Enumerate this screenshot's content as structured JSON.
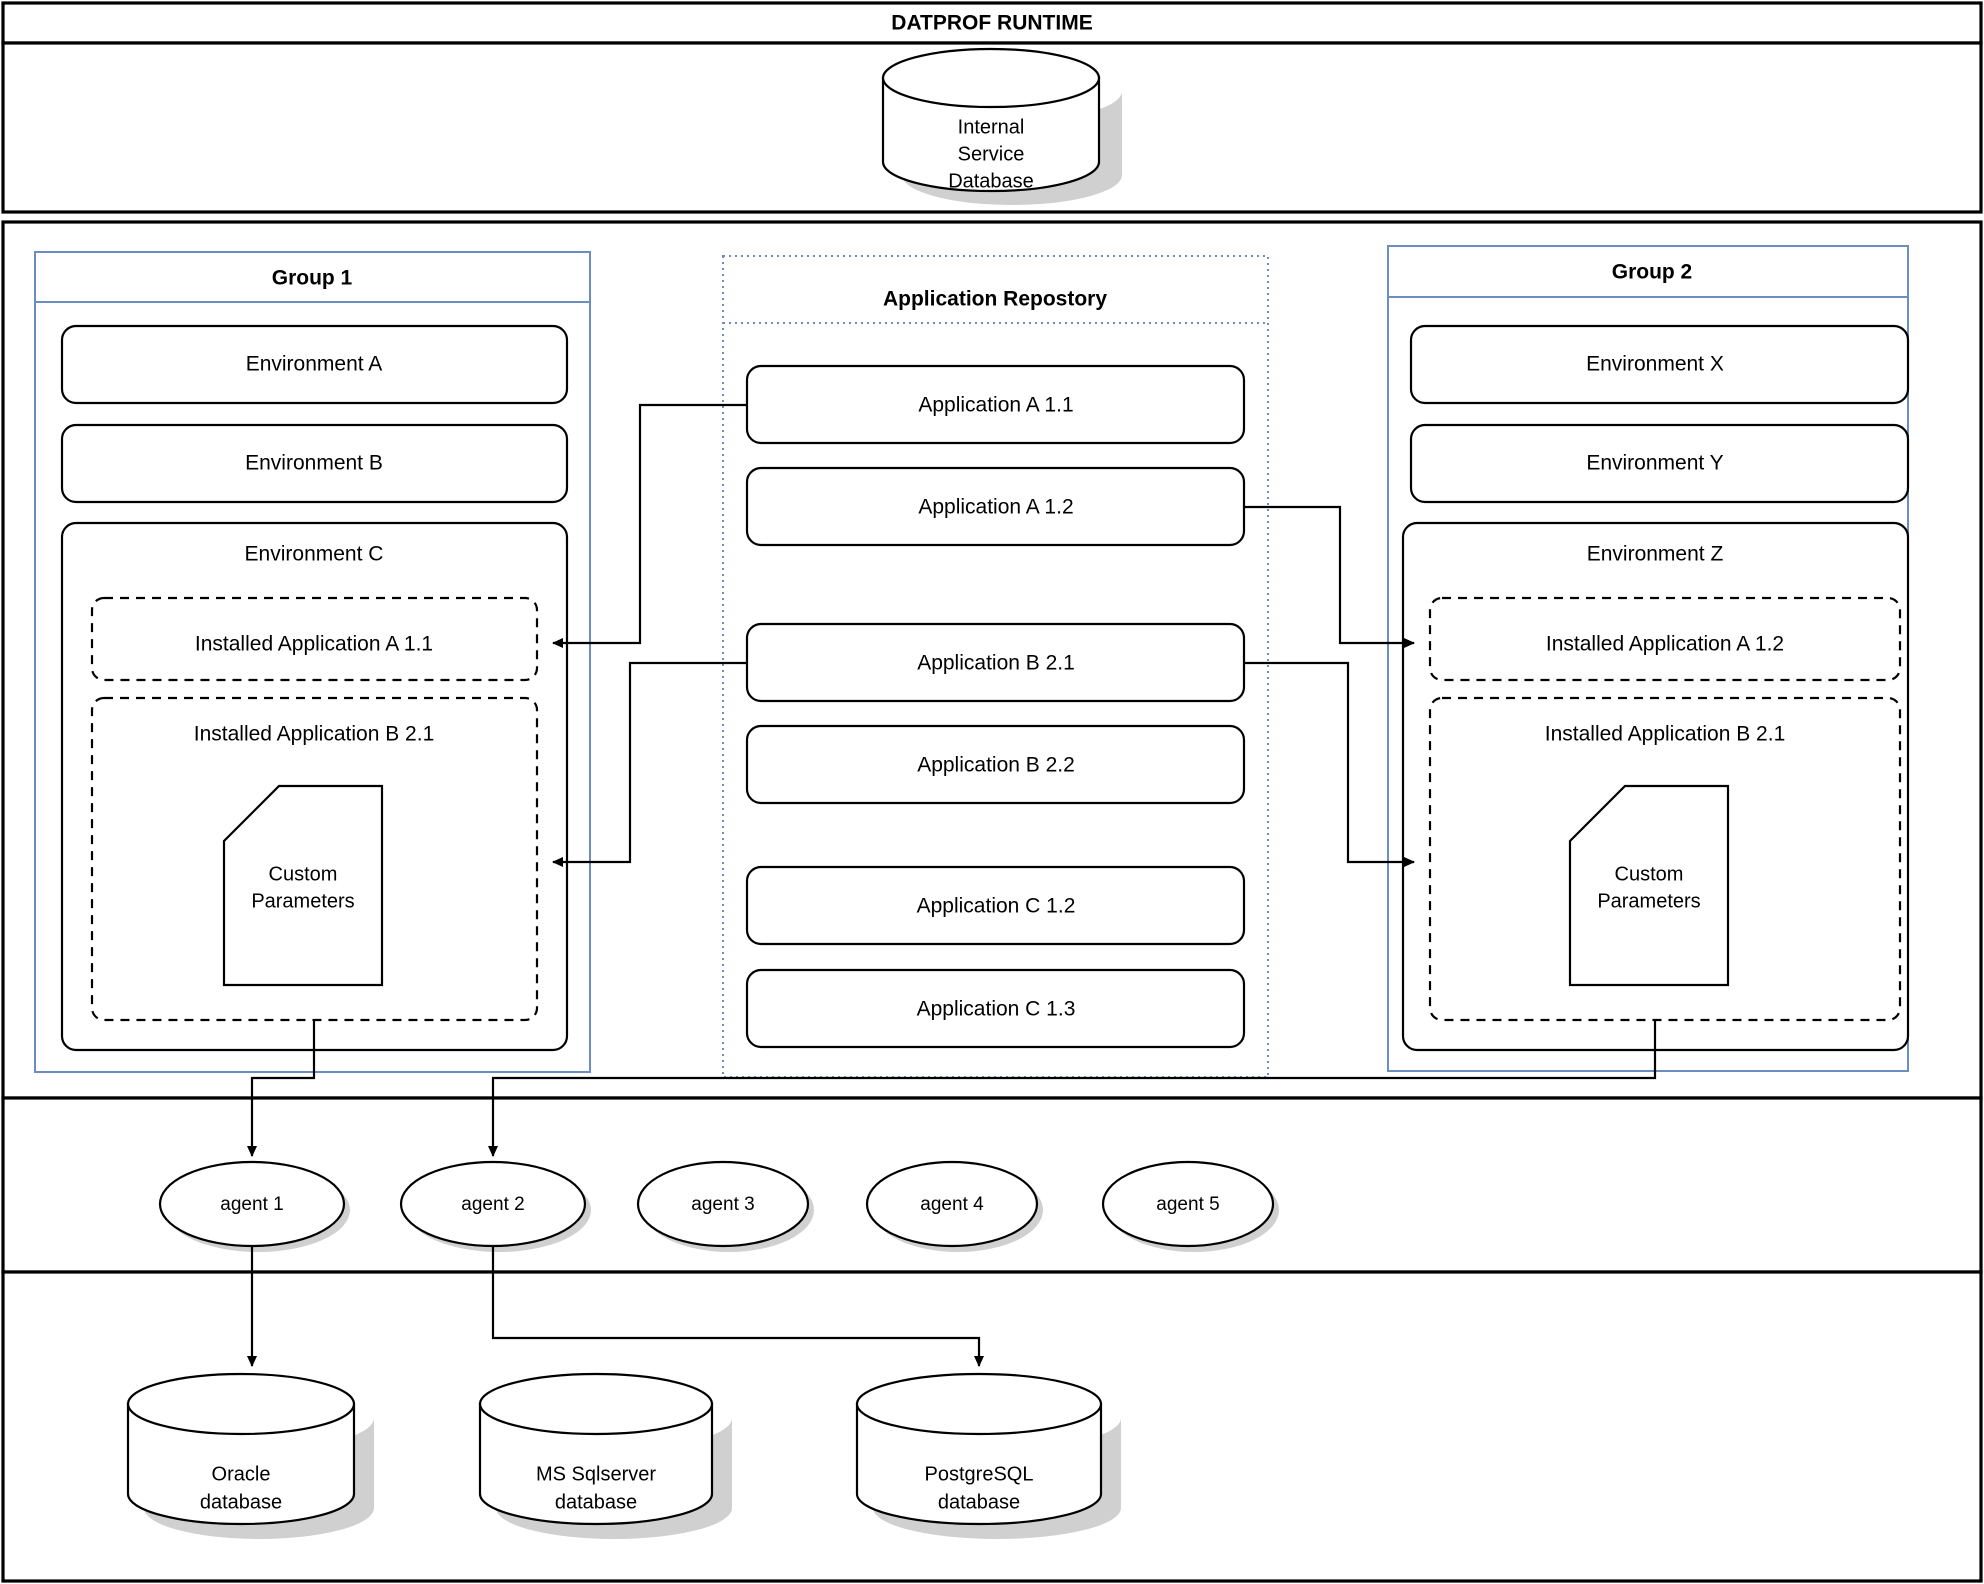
{
  "title": "DATPROF RUNTIME",
  "internal_db": {
    "lines": [
      "Internal",
      "Service",
      "Database"
    ]
  },
  "group1": {
    "title": "Group 1",
    "environments": [
      "Environment A",
      "Environment B"
    ],
    "env_c": {
      "label": "Environment C",
      "installed": [
        "Installed Application A 1.1",
        "Installed Application B 2.1"
      ],
      "custom_params": [
        "Custom",
        "Parameters"
      ]
    }
  },
  "group2": {
    "title": "Group 2",
    "environments": [
      "Environment X",
      "Environment Y"
    ],
    "env_z": {
      "label": "Environment Z",
      "installed": [
        "Installed Application A 1.2",
        "Installed Application B 2.1"
      ],
      "custom_params": [
        "Custom",
        "Parameters"
      ]
    }
  },
  "repository": {
    "title": "Application Repostory",
    "applications": [
      "Application A 1.1",
      "Application A 1.2",
      "Application B 2.1",
      "Application B 2.2",
      "Application C 1.2",
      "Application C 1.3"
    ]
  },
  "agents": [
    "agent 1",
    "agent 2",
    "agent 3",
    "agent 4",
    "agent 5"
  ],
  "databases": [
    {
      "line1": "Oracle",
      "line2": "database"
    },
    {
      "line1": "MS Sqlserver",
      "line2": "database"
    },
    {
      "line1": "PostgreSQL",
      "line2": "database"
    }
  ],
  "colors": {
    "group_border": "#6c8ebf",
    "line": "#000000",
    "shadow": "#c8c8c8"
  }
}
